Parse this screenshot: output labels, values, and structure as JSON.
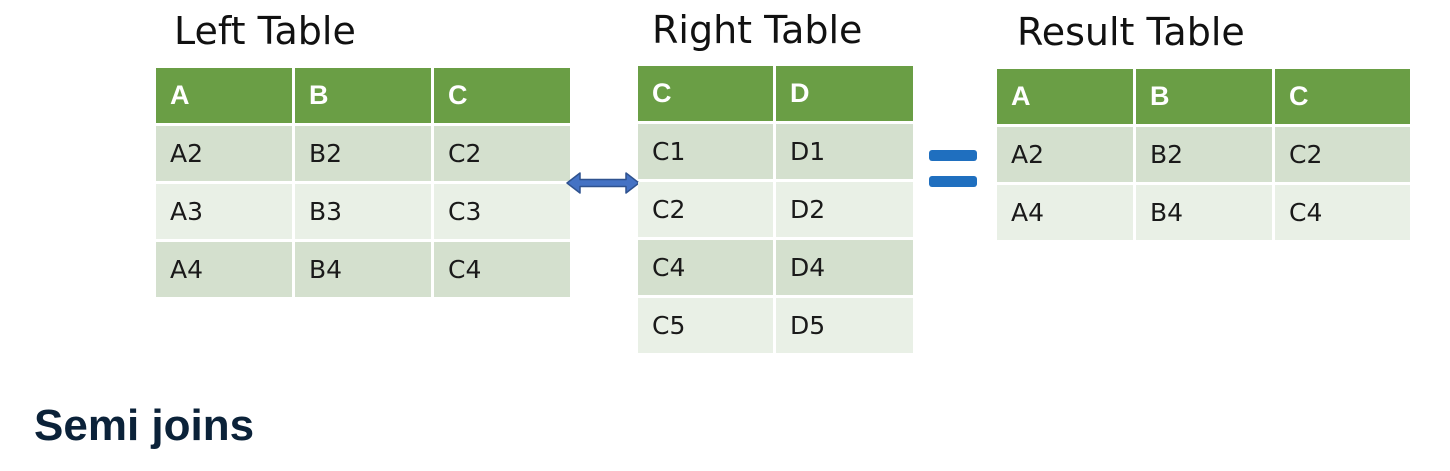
{
  "left_table": {
    "title": "Left Table",
    "columns": [
      "A",
      "B",
      "C"
    ],
    "rows": [
      [
        "A2",
        "B2",
        "C2"
      ],
      [
        "A3",
        "B3",
        "C3"
      ],
      [
        "A4",
        "B4",
        "C4"
      ]
    ]
  },
  "right_table": {
    "title": "Right Table",
    "columns": [
      "C",
      "D"
    ],
    "rows": [
      [
        "C1",
        "D1"
      ],
      [
        "C2",
        "D2"
      ],
      [
        "C4",
        "D4"
      ],
      [
        "C5",
        "D5"
      ]
    ]
  },
  "result_table": {
    "title": "Result Table",
    "columns": [
      "A",
      "B",
      "C"
    ],
    "rows": [
      [
        "A2",
        "B2",
        "C2"
      ],
      [
        "A4",
        "B4",
        "C4"
      ]
    ]
  },
  "section_title": "Semi joins",
  "colors": {
    "header_green": "#6a9e45",
    "row_dark": "#d4e0ce",
    "row_light": "#e9f0e6",
    "arrow_blue": "#4472c4",
    "equals_blue": "#1f6fbf",
    "title_navy": "#0b2239"
  },
  "icons": {
    "join_arrow": "double-headed-arrow-icon",
    "equals": "equals-sign-icon"
  }
}
